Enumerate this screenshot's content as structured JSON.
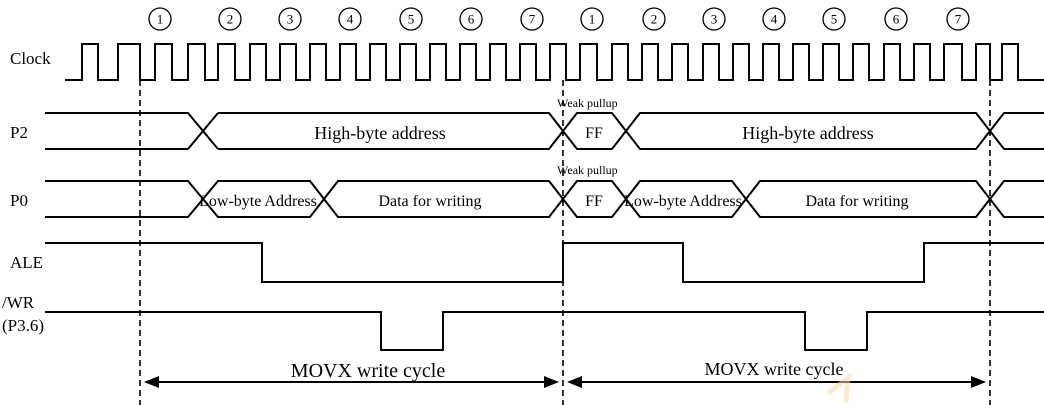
{
  "phase_numbers_cycle1": [
    "1",
    "2",
    "3",
    "4",
    "5",
    "6",
    "7"
  ],
  "phase_numbers_cycle2": [
    "1",
    "2",
    "3",
    "4",
    "5",
    "6",
    "7"
  ],
  "signals": {
    "clock": "Clock",
    "p2": "P2",
    "p0": "P0",
    "ale": "ALE",
    "wr_line1": "/WR",
    "wr_line2": "(P3.6)"
  },
  "bus_values": {
    "p2_cycle1": "High-byte address",
    "p2_ff": "FF",
    "p2_cycle2": "High-byte address",
    "p0_cycle1_addr": "Low-byte Address",
    "p0_cycle1_data": "Data for writing",
    "p0_ff": "FF",
    "p0_cycle2_addr": "Low-byte Address",
    "p0_cycle2_data": "Data for writing"
  },
  "notes": {
    "p2_weak_pullup": "Weak pullup",
    "p0_weak_pullup": "Weak pullup"
  },
  "cycles": {
    "cycle1_label": "MOVX write cycle",
    "cycle2_label": "MOVX write cycle"
  }
}
